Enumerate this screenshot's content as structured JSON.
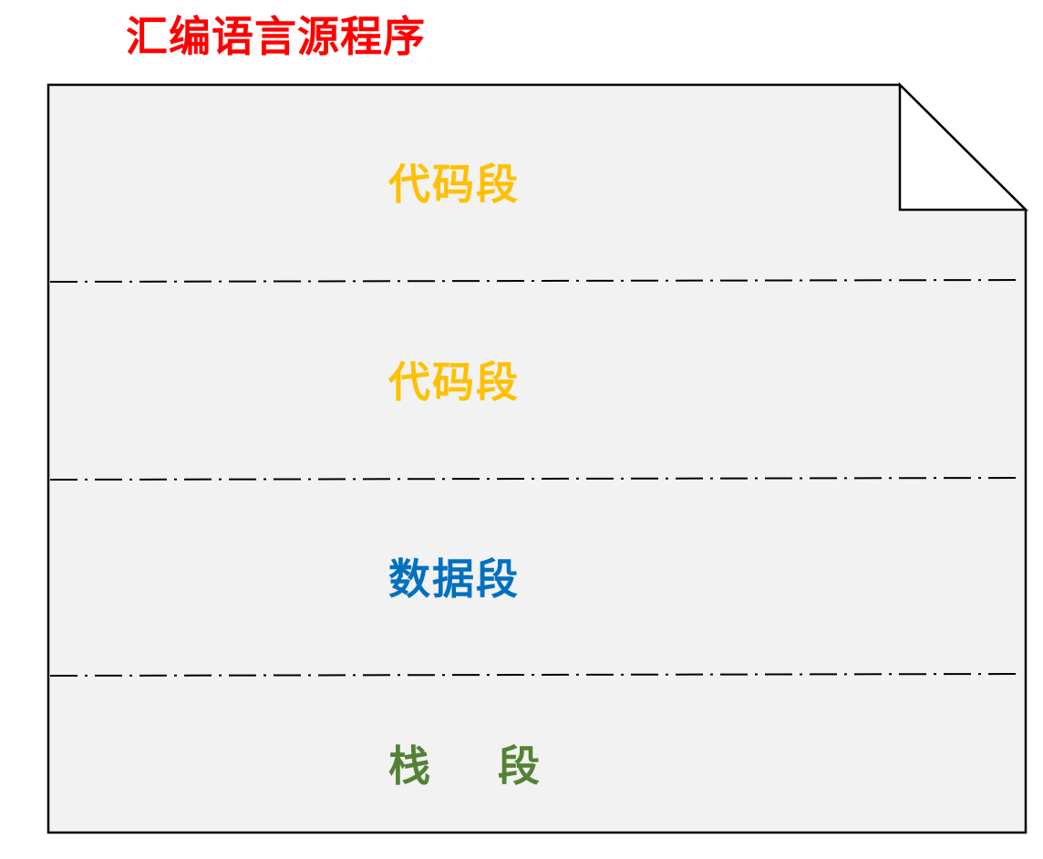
{
  "title": {
    "text": "汇编语言源程序",
    "color": "#ff0000"
  },
  "document": {
    "fill": "#f2f2f2",
    "stroke": "#000000",
    "fold_fill": "#ffffff",
    "divider_style": "dash-dot"
  },
  "segments": [
    {
      "label": "代码段",
      "color": "#ffc000"
    },
    {
      "label": "代码段",
      "color": "#ffc000"
    },
    {
      "label": "数据段",
      "color": "#0070c0"
    },
    {
      "label": "栈    段",
      "color": "#548235"
    }
  ]
}
